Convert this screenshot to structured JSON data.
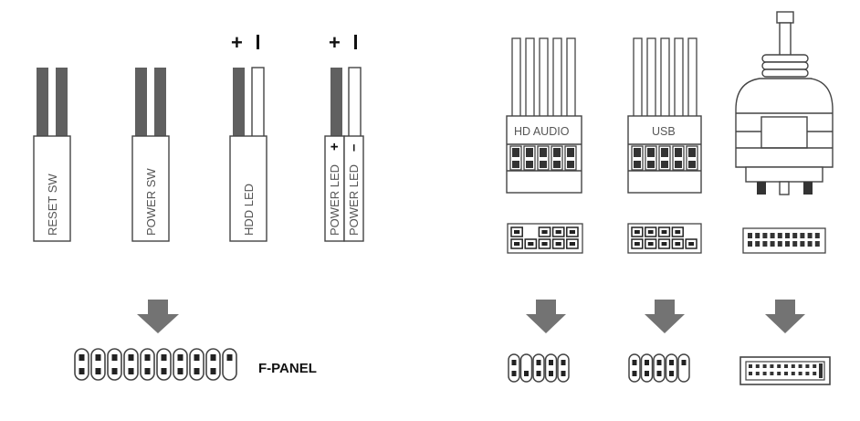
{
  "polarity": {
    "plus": "+",
    "minus": "-"
  },
  "fp_connectors": [
    {
      "label": "RESET SW"
    },
    {
      "label": "POWER SW"
    },
    {
      "label": "HDD LED"
    },
    {
      "label_a": "POWER LED",
      "mark_a": "+",
      "label_b": "POWER LED",
      "mark_b": "–"
    }
  ],
  "headers": [
    {
      "label": "HD AUDIO"
    },
    {
      "label": "USB"
    }
  ],
  "f_panel_label": "F-PANEL",
  "colors": {
    "dark_wire": "#606060",
    "arrow": "#737373",
    "line": "#444444"
  }
}
